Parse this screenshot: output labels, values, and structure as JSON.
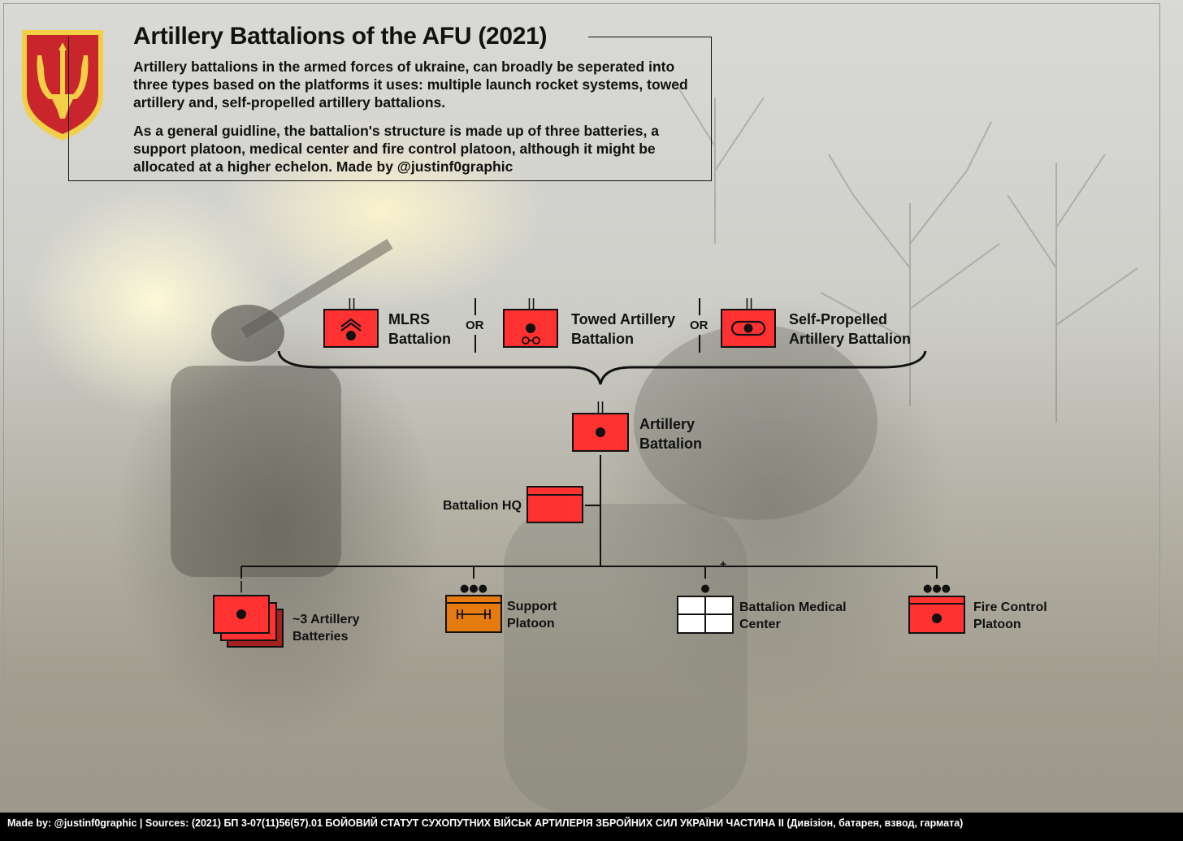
{
  "header": {
    "title": "Artillery Battalions of the AFU (2021)",
    "paragraph1": "Artillery battalions in the armed forces of ukraine, can broadly be seperated into three types based on the platforms it uses: multiple launch rocket systems, towed artillery and, self-propelled artillery battalions.",
    "paragraph2": "As a general guidline, the battalion's structure is made up of three batteries, a support platoon, medical center and fire control platoon, although it might be allocated at a higher echelon. Made by @justinf0graphic"
  },
  "battalion_types": {
    "mlrs": {
      "line1": "MLRS",
      "line2": "Battalion"
    },
    "towed": {
      "line1": "Towed Artillery",
      "line2": "Battalion"
    },
    "self_propelled": {
      "line1": "Self-Propelled",
      "line2": "Artillery Battalion"
    },
    "or_label": "OR"
  },
  "artillery_battalion": {
    "line1": "Artillery",
    "line2": "Battalion"
  },
  "hq": {
    "label": "Battalion HQ"
  },
  "subunits": {
    "batteries": {
      "line1": "~3 Artillery",
      "line2": "Batteries"
    },
    "support": {
      "line1": "Support",
      "line2": "Platoon"
    },
    "medical": {
      "line1": "Battalion Medical",
      "line2": "Center"
    },
    "fire_control": {
      "line1": "Fire Control",
      "line2": "Platoon"
    },
    "plus_sign": "+"
  },
  "echelon_marks": {
    "battalion": "||",
    "battery": "|",
    "platoon": "●●●",
    "section": "●"
  },
  "footer": {
    "text": "Made by: @justinf0graphic | Sources: (2021) БП 3-07(11)56(57).01 БОЙОВИЙ СТАТУТ СУХОПУТНИХ ВІЙСЬК АРТИЛЕРІЯ ЗБРОЙНИХ СИЛ УКРАЇНИ ЧАСТИНА II (Дивізіон, батарея, взвод, гармата)"
  },
  "colors": {
    "unit_red": "#ff3131",
    "support_orange": "#e57a0e",
    "medical_white": "#ffffff",
    "emblem_red": "#c8252c",
    "emblem_gold": "#f2cf45",
    "line": "#111111"
  }
}
